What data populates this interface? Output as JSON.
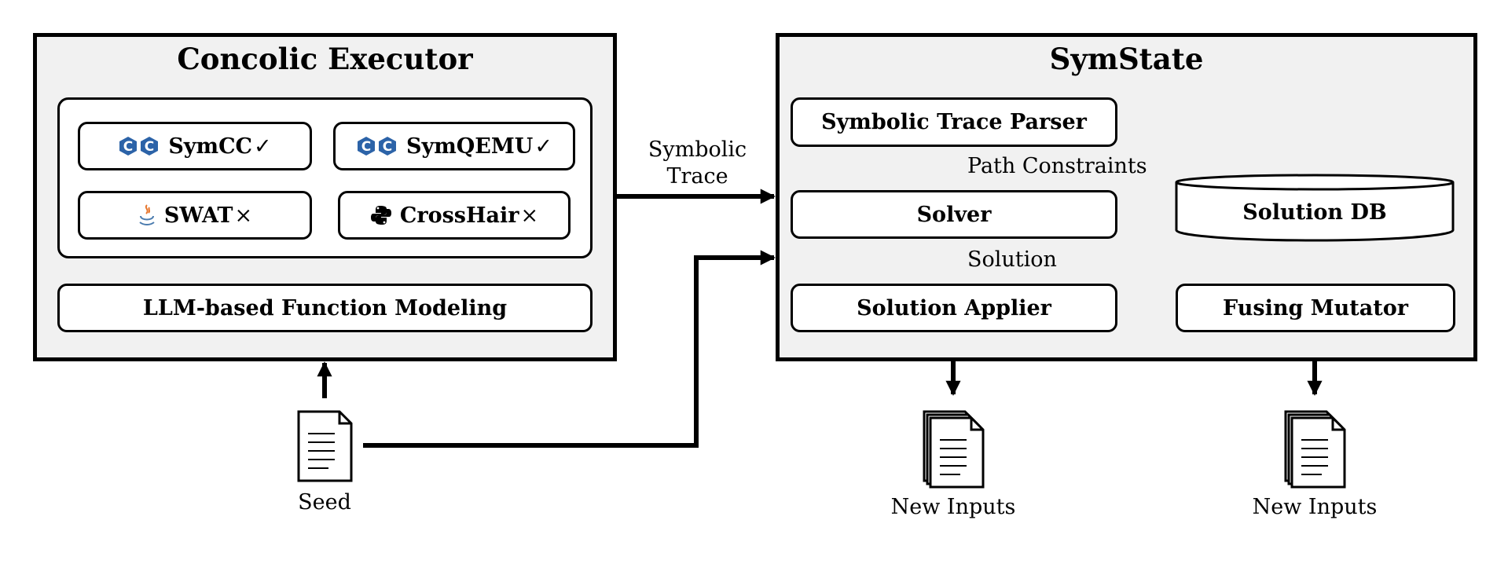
{
  "executor": {
    "title": "Concolic Executor",
    "tools": [
      {
        "name": "SymCC",
        "status": "✓",
        "icon": "cpp-icon"
      },
      {
        "name": "SymQEMU",
        "status": "✓",
        "icon": "cpp-icon"
      },
      {
        "name": "SWAT",
        "status": "×",
        "icon": "java-icon"
      },
      {
        "name": "CrossHair",
        "status": "×",
        "icon": "python-icon"
      }
    ],
    "modeling": "LLM-based Function Modeling"
  },
  "symstate": {
    "title": "SymState",
    "parser": "Symbolic Trace Parser",
    "solver": "Solver",
    "db": "Solution DB",
    "applier": "Solution Applier",
    "mutator": "Fusing Mutator"
  },
  "edges": {
    "symbolic_trace": "Symbolic\nTrace",
    "path_constraints": "Path Constraints",
    "solution": "Solution"
  },
  "docs": {
    "seed": "Seed",
    "new_inputs_1": "New Inputs",
    "new_inputs_2": "New Inputs"
  },
  "colors": {
    "panel_fill": "#f1f1f1",
    "cpp_blue": "#2c63a8",
    "java_red": "#e8772e",
    "java_blue": "#4a7bae"
  }
}
